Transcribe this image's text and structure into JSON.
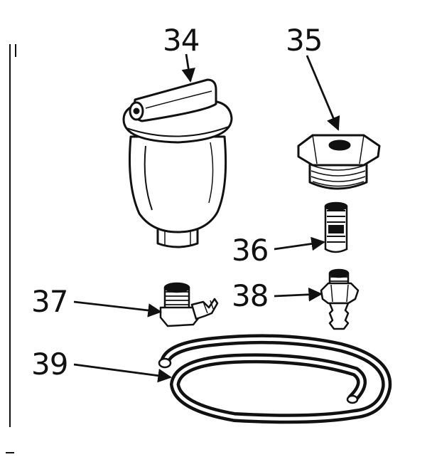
{
  "diagram": {
    "parts": [
      {
        "number": "34"
      },
      {
        "number": "35"
      },
      {
        "number": "36"
      },
      {
        "number": "37"
      },
      {
        "number": "38"
      },
      {
        "number": "39"
      }
    ]
  },
  "colors": {
    "ink": "#111111",
    "paper": "#ffffff"
  }
}
